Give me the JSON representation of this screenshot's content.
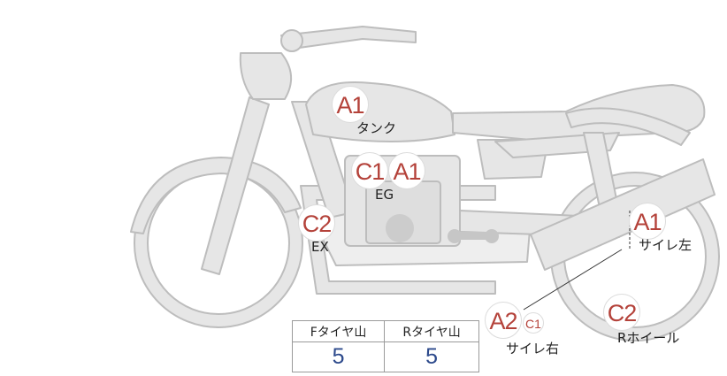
{
  "diagram": {
    "labels": [
      {
        "id": "tank",
        "grades": [
          "A1"
        ],
        "name": "タンク"
      },
      {
        "id": "eg",
        "grades": [
          "C1",
          "A1"
        ],
        "name": "EG"
      },
      {
        "id": "ex",
        "grades": [
          "C2"
        ],
        "name": "EX"
      },
      {
        "id": "side_left",
        "grades": [
          "A1"
        ],
        "name": "サイレ左"
      },
      {
        "id": "side_right",
        "grades": [
          "A2",
          "C1"
        ],
        "name": "サイレ右"
      },
      {
        "id": "rear_wheel",
        "grades": [
          "C2"
        ],
        "name": "Rホイール"
      }
    ]
  },
  "tire_table": {
    "headers": [
      "Fタイヤ山",
      "Rタイヤ山"
    ],
    "values": [
      "5",
      "5"
    ]
  }
}
